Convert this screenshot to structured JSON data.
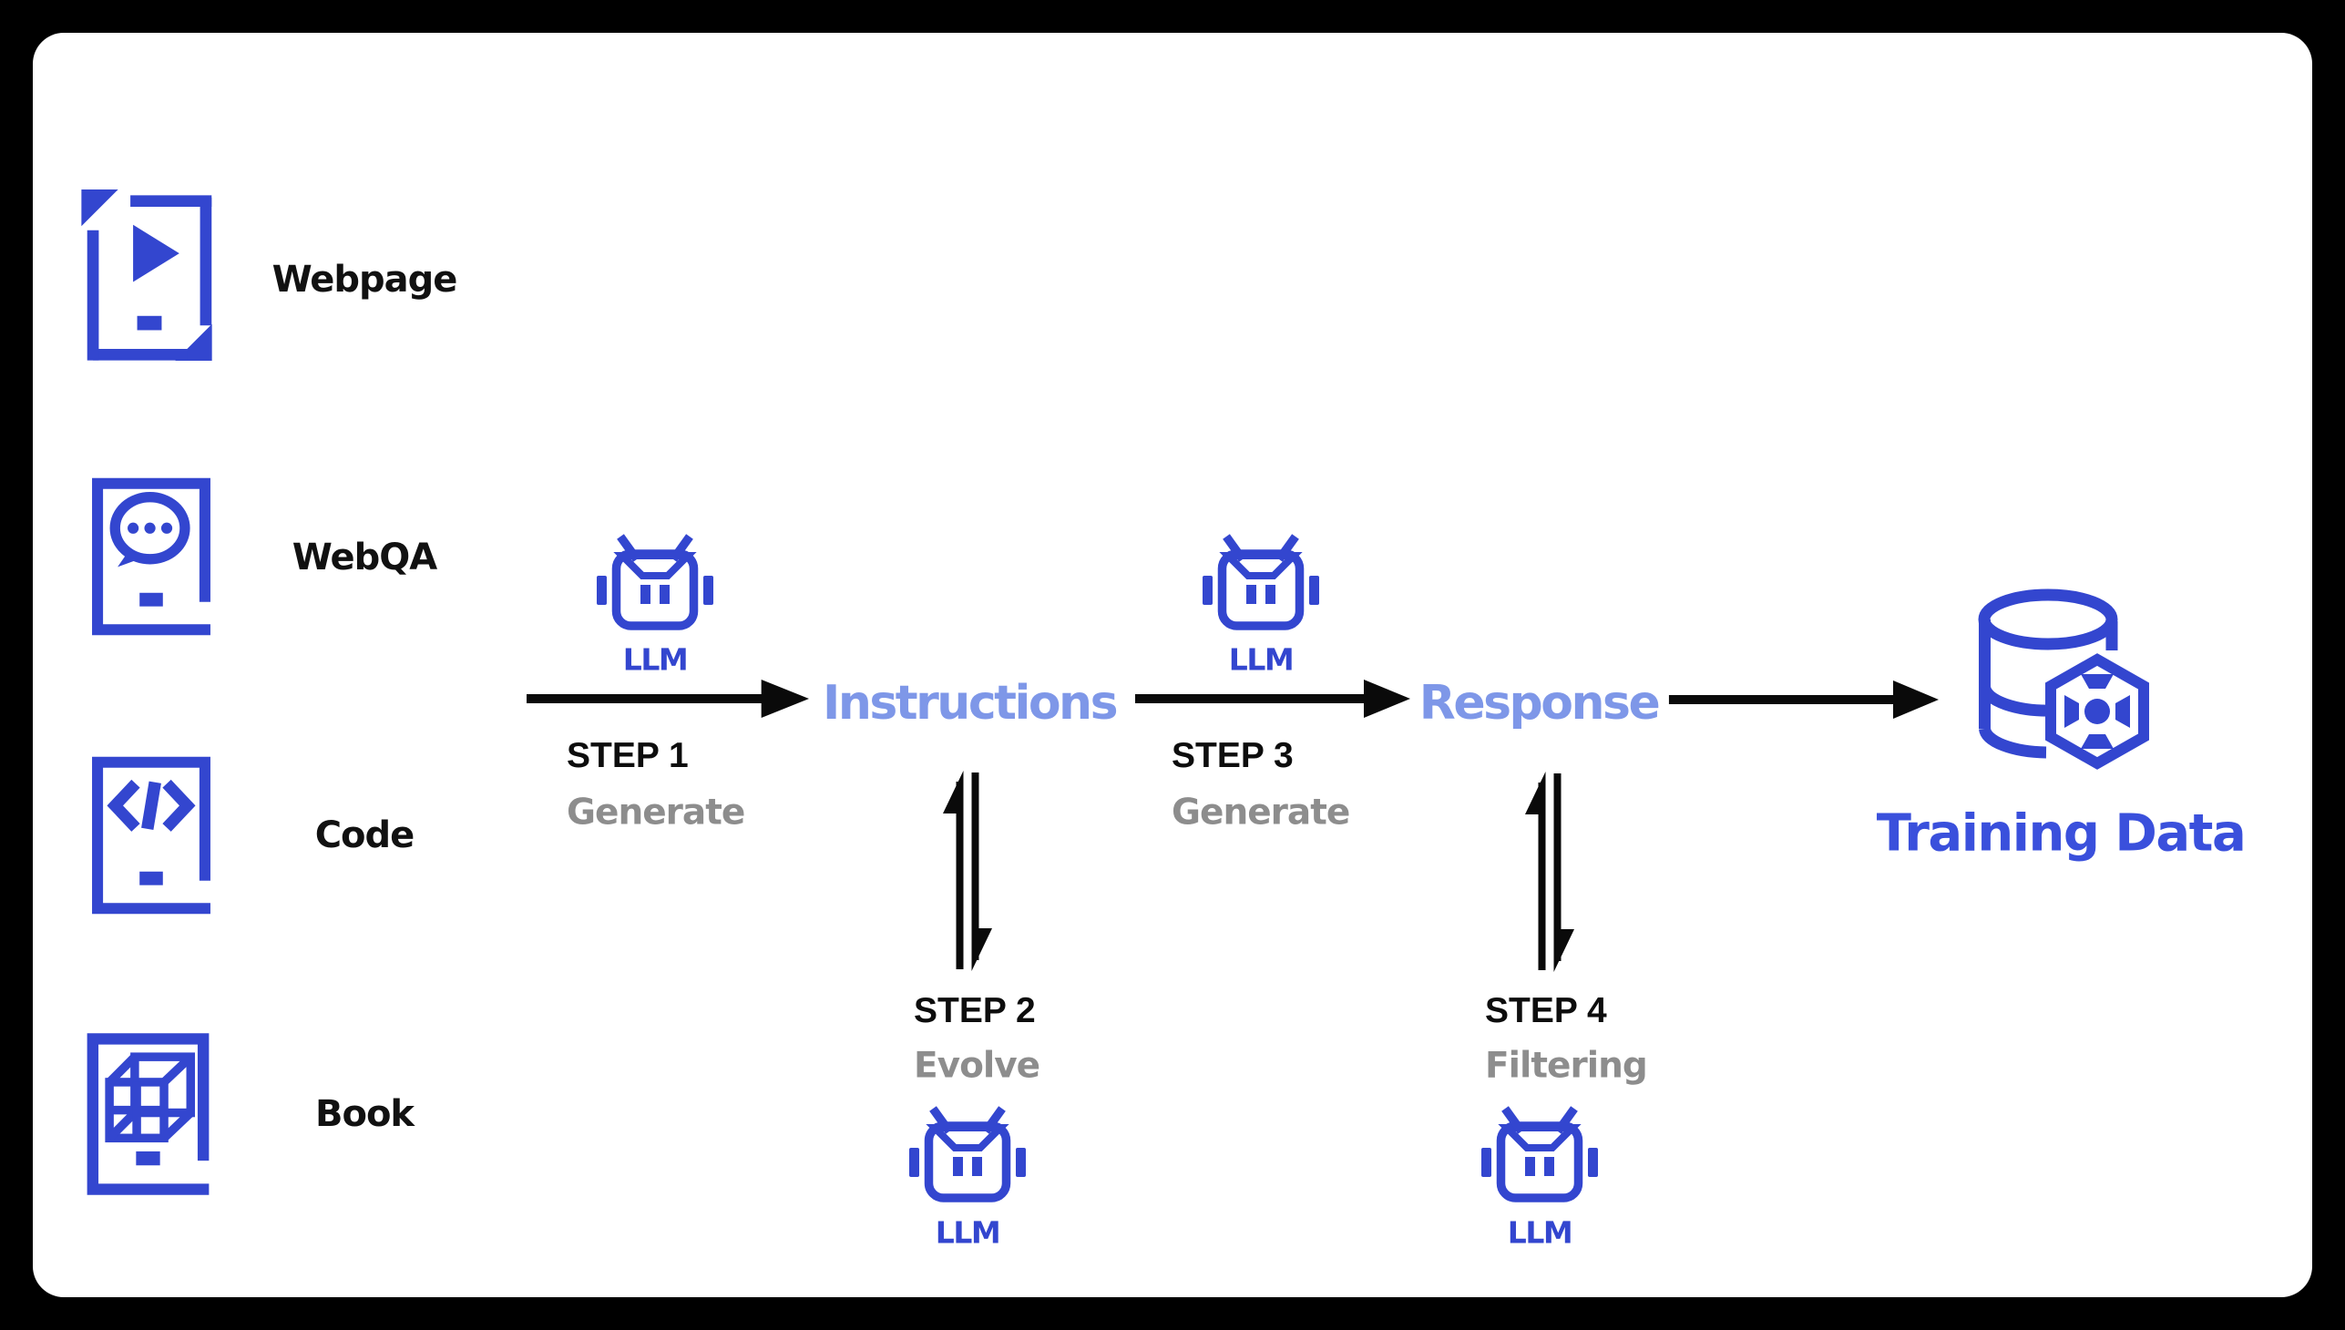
{
  "sources": [
    {
      "label": "Webpage"
    },
    {
      "label": "WebQA"
    },
    {
      "label": "Code"
    },
    {
      "label": "Book"
    }
  ],
  "pipeline": {
    "step1": {
      "title": "STEP 1",
      "action": "Generate",
      "agent": "LLM"
    },
    "step2": {
      "title": "STEP 2",
      "action": "Evolve",
      "agent": "LLM"
    },
    "step3": {
      "title": "STEP 3",
      "action": "Generate",
      "agent": "LLM"
    },
    "step4": {
      "title": "STEP 4",
      "action": "Filtering",
      "agent": "LLM"
    },
    "instructions_node": "Instructions",
    "response_node": "Response",
    "output_node": "Training Data"
  },
  "colors": {
    "icon_blue": "#3346cf",
    "flow_node_blue": "#7e97e8",
    "training_blue": "#3a50dc",
    "step_black": "#0d0d0d",
    "action_gray": "#8d8d8d",
    "arrow_black": "#0a0a0a",
    "frame_black": "#000000",
    "surface_white": "#ffffff"
  }
}
